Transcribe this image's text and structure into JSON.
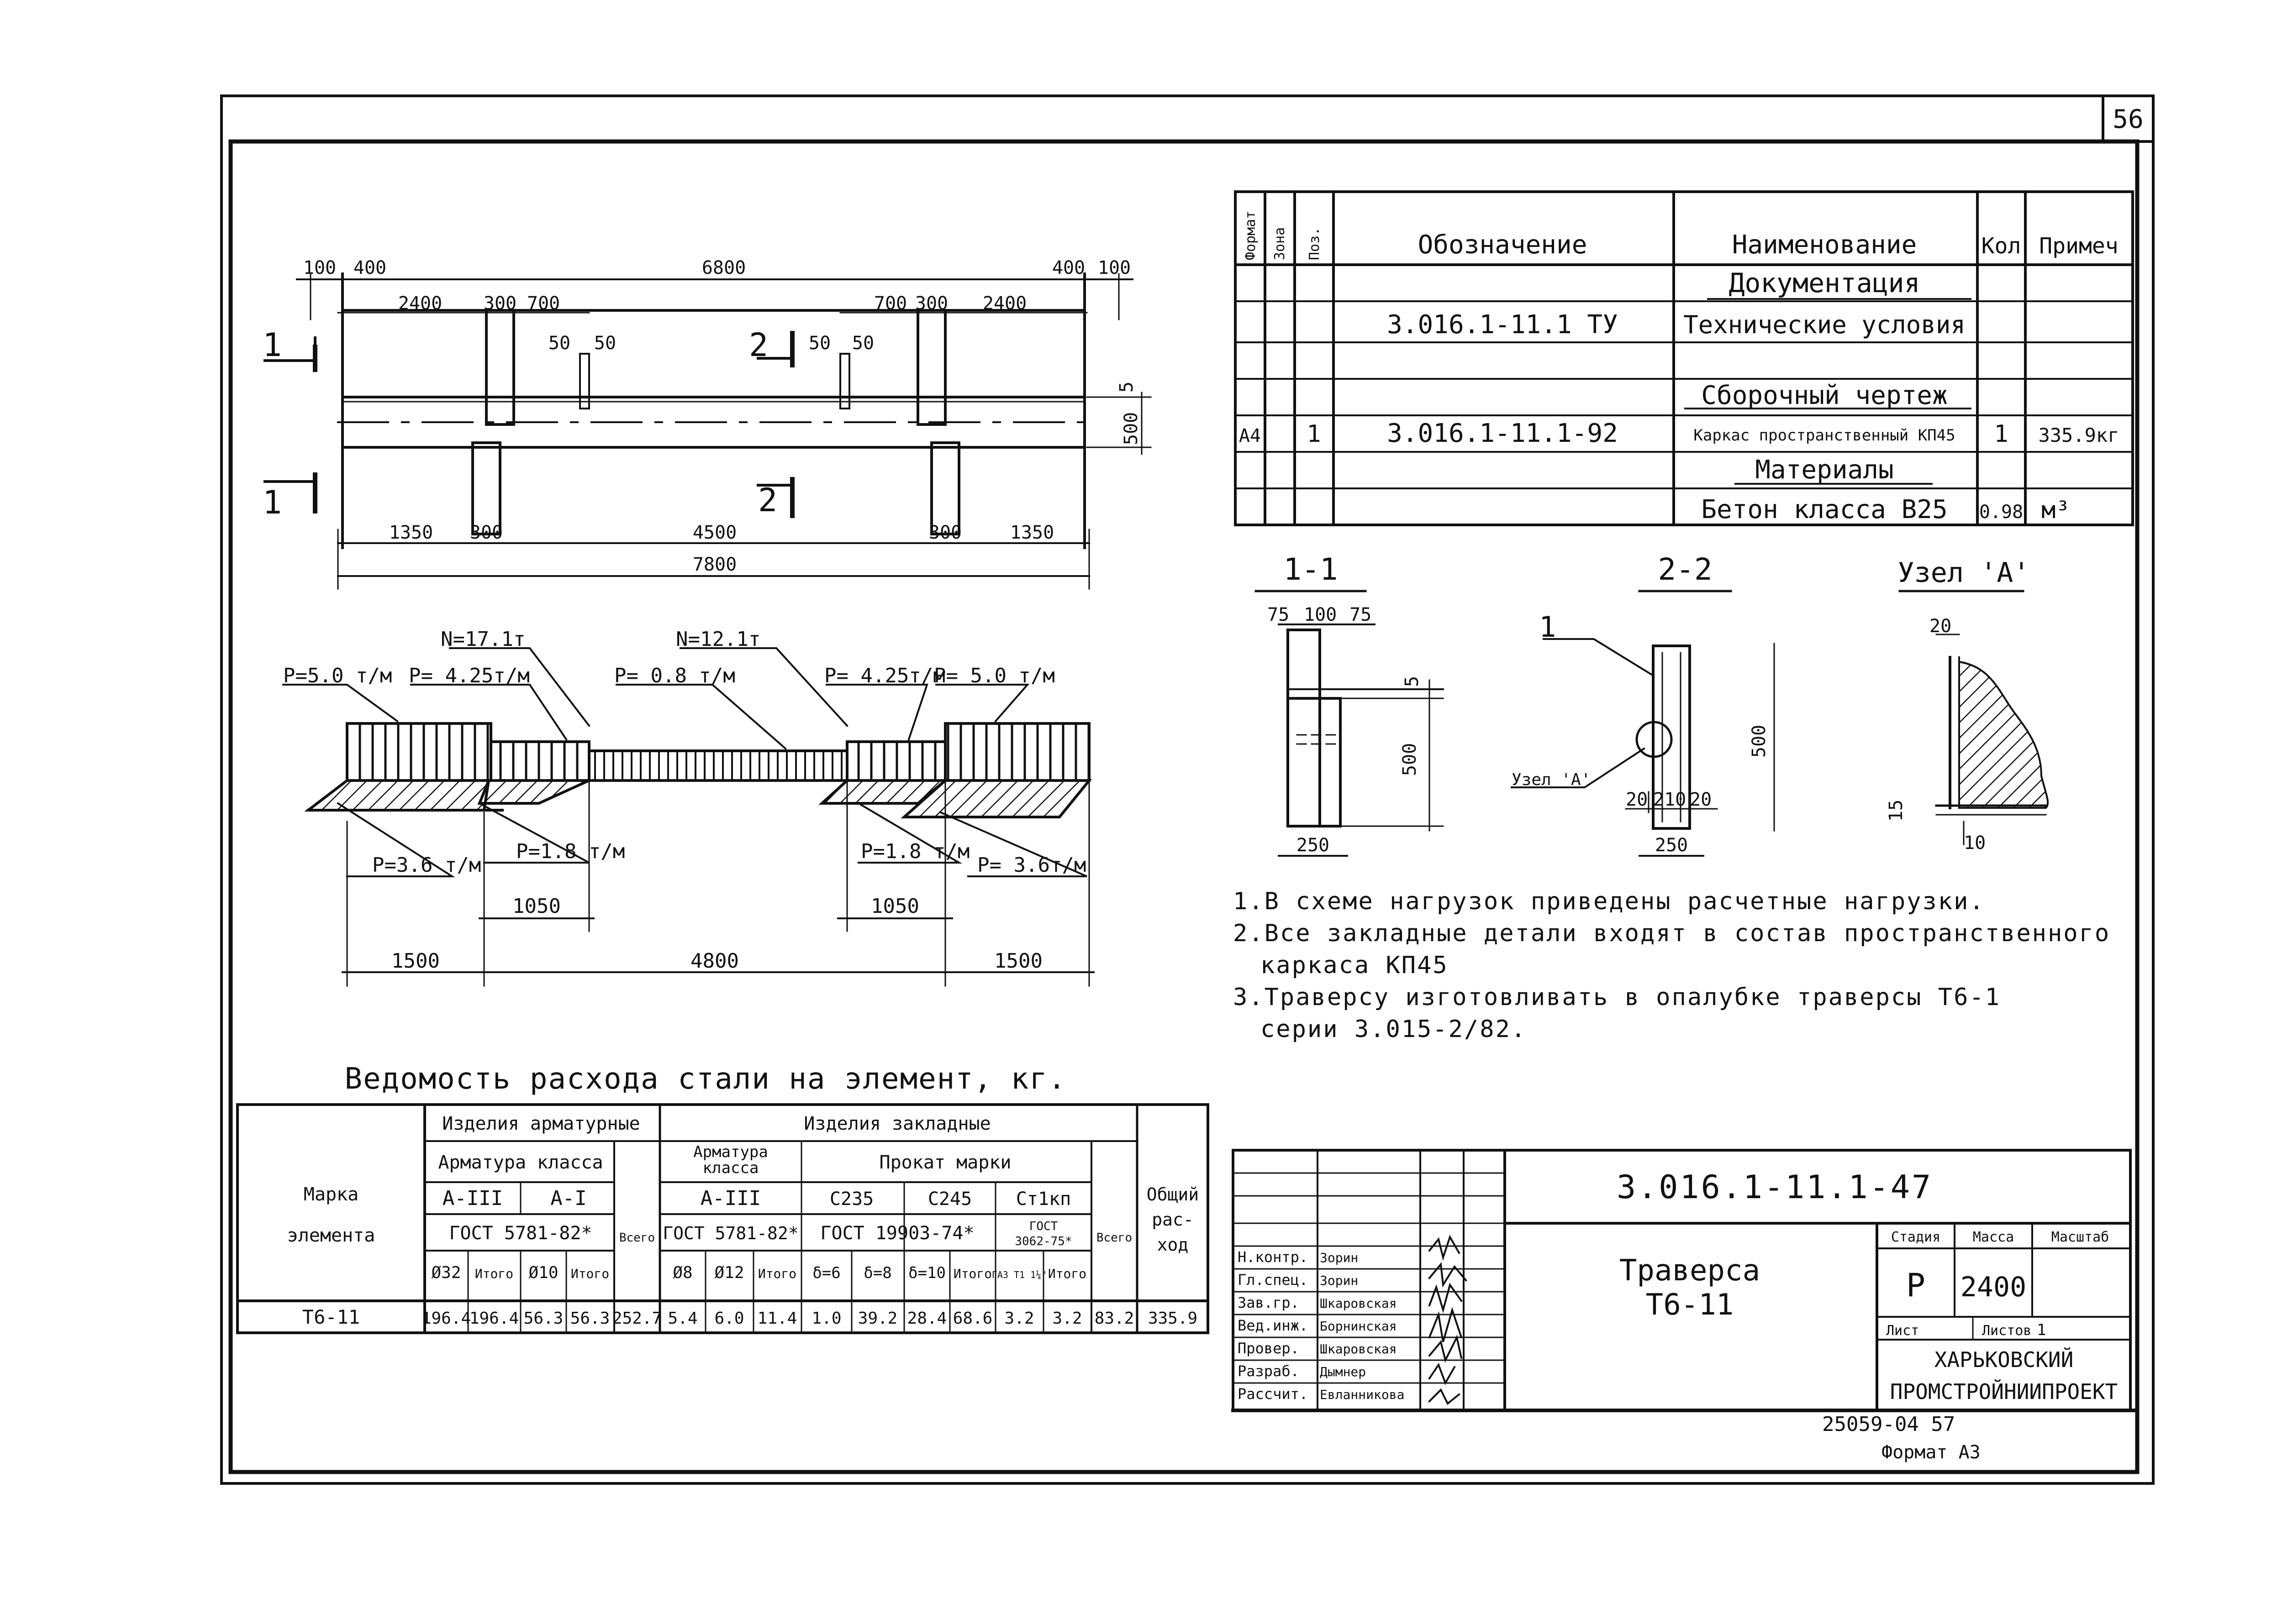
{
  "page_number": "56",
  "spec_table": {
    "headers": {
      "format": "Формат",
      "zone": "Зона",
      "pos": "Поз.",
      "designation": "Обозначение",
      "name": "Наименование",
      "qty": "Кол",
      "note": "Примеч"
    },
    "sections": {
      "docs": "Документация",
      "assembly": "Сборочный чертеж",
      "materials": "Материалы"
    },
    "rows": [
      {
        "designation": "3.016.1-11.1 ТУ",
        "name": "Технические условия"
      },
      {
        "format": "А4",
        "pos": "1",
        "designation": "3.016.1-11.1-92",
        "name": "Каркас пространственный КП45",
        "qty": "1",
        "note": "335.9кг"
      },
      {
        "name": "Бетон класса В25",
        "qty": "0.98",
        "note": "м³"
      }
    ]
  },
  "plan": {
    "dims_top": [
      "100",
      "400",
      "6800",
      "400",
      "100"
    ],
    "dims_second": [
      "2400",
      "300",
      "700",
      "700",
      "300",
      "2400"
    ],
    "dims_small_left": [
      "50",
      "50"
    ],
    "dims_small_right": [
      "50",
      "50"
    ],
    "dims_bottom": [
      "1350",
      "300",
      "4500",
      "300",
      "1350"
    ],
    "dim_total": "7800",
    "dim_right_a": "5",
    "dim_right_b": "500",
    "cut_1": "1",
    "cut_2": "2"
  },
  "loads": {
    "n_left": "N=17.1т",
    "n_right": "N=12.1т",
    "p_top": [
      "P=5.0 т/м",
      "P= 4.25т/м",
      "P= 0.8 т/м",
      "P= 4.25т/м",
      "P= 5.0 т/м"
    ],
    "p_bottom": [
      "P=3.6 т/м",
      "P=1.8 т/м",
      "P=1.8 т/м",
      "P= 3.6т/м"
    ],
    "dims_1050": [
      "1050",
      "1050"
    ],
    "dims_bottom": [
      "1500",
      "4800",
      "1500"
    ]
  },
  "sections": {
    "s11": {
      "title": "1-1",
      "dims": [
        "75",
        "100",
        "75"
      ],
      "h1": "5",
      "h2": "500",
      "w": "250"
    },
    "s22": {
      "title": "2-2",
      "leader": "1",
      "node_label": "Узел 'А'",
      "h": "500",
      "dims": [
        "20",
        "210",
        "20"
      ],
      "w": "250"
    },
    "node": {
      "title": "Узел 'А'",
      "d1": "20",
      "d2": "15",
      "d3": "10"
    }
  },
  "notes": [
    "1.В схеме нагрузок приведены расчетные нагрузки.",
    "2.Все закладные детали входят в состав пространственного",
    "каркаса КП45",
    "3.Траверсу изготовливать в опалубке траверсы Т6-1",
    "серии 3.015-2/82."
  ],
  "steel_table": {
    "title": "Ведомость расхода стали на элемент, кг.",
    "h_mark": [
      "Марка",
      "элемента"
    ],
    "h_rebar_products": "Изделия арматурные",
    "h_embedded": "Изделия закладные",
    "h_rebar_class": "Арматура класса",
    "h_rebar_class2": [
      "Арматура",
      "класса"
    ],
    "h_rolled": "Прокат марки",
    "h_total_use": [
      "Общий",
      "рас-",
      "ход"
    ],
    "h_a3": "А-III",
    "h_a1": "А-I",
    "h_a3b": "А-III",
    "h_c235": "С235",
    "h_c245": "С245",
    "h_st": "Ст1кп",
    "h_gost1": "ГОСТ 5781-82*",
    "h_gost2": "ГОСТ 5781-82*",
    "h_gost3": "ГОСТ 19903-74*",
    "h_gost4": [
      "ГОСТ",
      "3062-75*"
    ],
    "h_vsego": "Всего",
    "h_vsego2": "Всего",
    "h_cols": [
      "Ø32",
      "Итого",
      "Ø10",
      "Итого",
      "Ø8",
      "Ø12",
      "Итого",
      "δ=6",
      "δ=8",
      "δ=10",
      "Итого",
      "ГАЗ Т1 1¼\"",
      "Итого"
    ],
    "row_mark": "Т6-11",
    "row_values": [
      "196.4",
      "196.4",
      "56.3",
      "56.3",
      "252.7",
      "5.4",
      "6.0",
      "11.4",
      "1.0",
      "39.2",
      "28.4",
      "68.6",
      "3.2",
      "3.2",
      "83.2",
      "335.9"
    ]
  },
  "title_block": {
    "code": "3.016.1-11.1-47",
    "name": [
      "Траверса",
      "Т6-11"
    ],
    "stage_h": "Стадия",
    "mass_h": "Масса",
    "scale_h": "Масштаб",
    "stage": "Р",
    "mass": "2400",
    "sheet_h": "Лист",
    "sheets_h": "Листов",
    "sheets": "1",
    "org": [
      "ХАРЬКОВСКИЙ",
      "ПРОМСТРОЙНИИПРОЕКТ"
    ],
    "roles": [
      "Н.контр.",
      "Гл.спец.",
      "Зав.гр.",
      "Вед.инж.",
      "Провер.",
      "Разраб.",
      "Рассчит."
    ],
    "people": [
      "Зорин",
      "Зорин",
      "Шкаровская",
      "Борнинская",
      "Шкаровская",
      "Дымнер",
      "Евланникова"
    ]
  },
  "footer": {
    "code": "25059-04 57",
    "format": "Формат А3"
  }
}
